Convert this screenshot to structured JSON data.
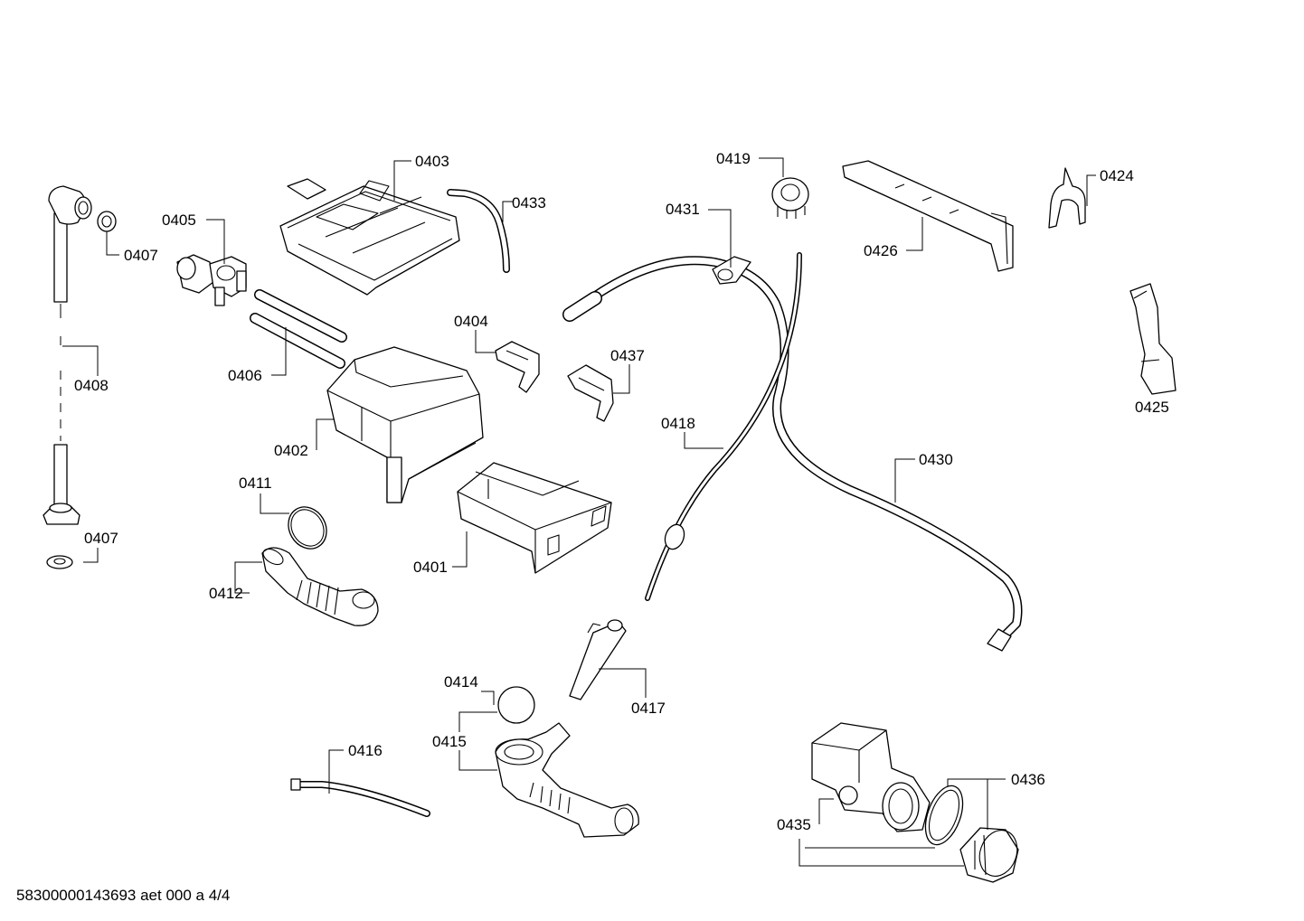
{
  "footer": {
    "code": "58300000143693 aet 000 a 4/4"
  },
  "callouts": {
    "c0403": "0403",
    "c0433": "0433",
    "c0405": "0405",
    "c0407a": "0407",
    "c0408": "0408",
    "c0406": "0406",
    "c0402": "0402",
    "c0407b": "0407",
    "c0411": "0411",
    "c0412": "0412",
    "c0401": "0401",
    "c0404": "0404",
    "c0437": "0437",
    "c0419": "0419",
    "c0431": "0431",
    "c0418": "0418",
    "c0426": "0426",
    "c0424": "0424",
    "c0425": "0425",
    "c0430": "0430",
    "c0417": "0417",
    "c0414": "0414",
    "c0415": "0415",
    "c0416": "0416",
    "c0435": "0435",
    "c0436": "0436"
  }
}
